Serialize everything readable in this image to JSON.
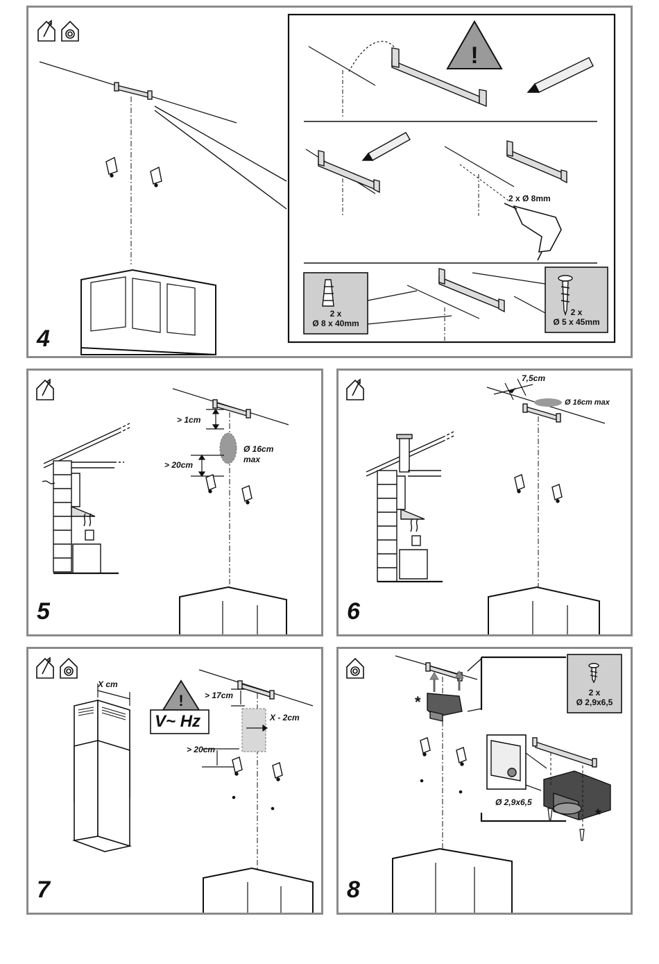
{
  "panels": {
    "p4": {
      "step": "4",
      "wall_plugs_qty": "2 x",
      "wall_plugs_size": "Ø 8 x 40mm",
      "drill_spec": "2 x Ø 8mm",
      "screws_qty": "2 x",
      "screws_size": "Ø 5 x 45mm"
    },
    "p5": {
      "step": "5",
      "dim_top": "> 1cm",
      "dim_bottom": "> 20cm",
      "hole_dia": "Ø 16cm",
      "hole_max": "max"
    },
    "p6": {
      "step": "6",
      "offset": "7,5cm",
      "hole": "Ø 16cm max"
    },
    "p7": {
      "step": "7",
      "width": "X cm",
      "dim_top": "> 17cm",
      "dim_bottom": "> 20cm",
      "dim_side": "X - 2cm",
      "voltage": "V~ Hz"
    },
    "p8": {
      "step": "8",
      "screws_qty": "2 x",
      "screws_size": "Ø 2,9x6,5",
      "detail_size": "Ø 2,9x6,5",
      "asterisk_a": "*",
      "asterisk_b": "*"
    }
  },
  "icons": [
    "house-exhaust-icon",
    "house-recirculation-icon",
    "warning-icon",
    "pencil-icon",
    "drill-icon",
    "screw-icon",
    "wall-plug-icon"
  ]
}
